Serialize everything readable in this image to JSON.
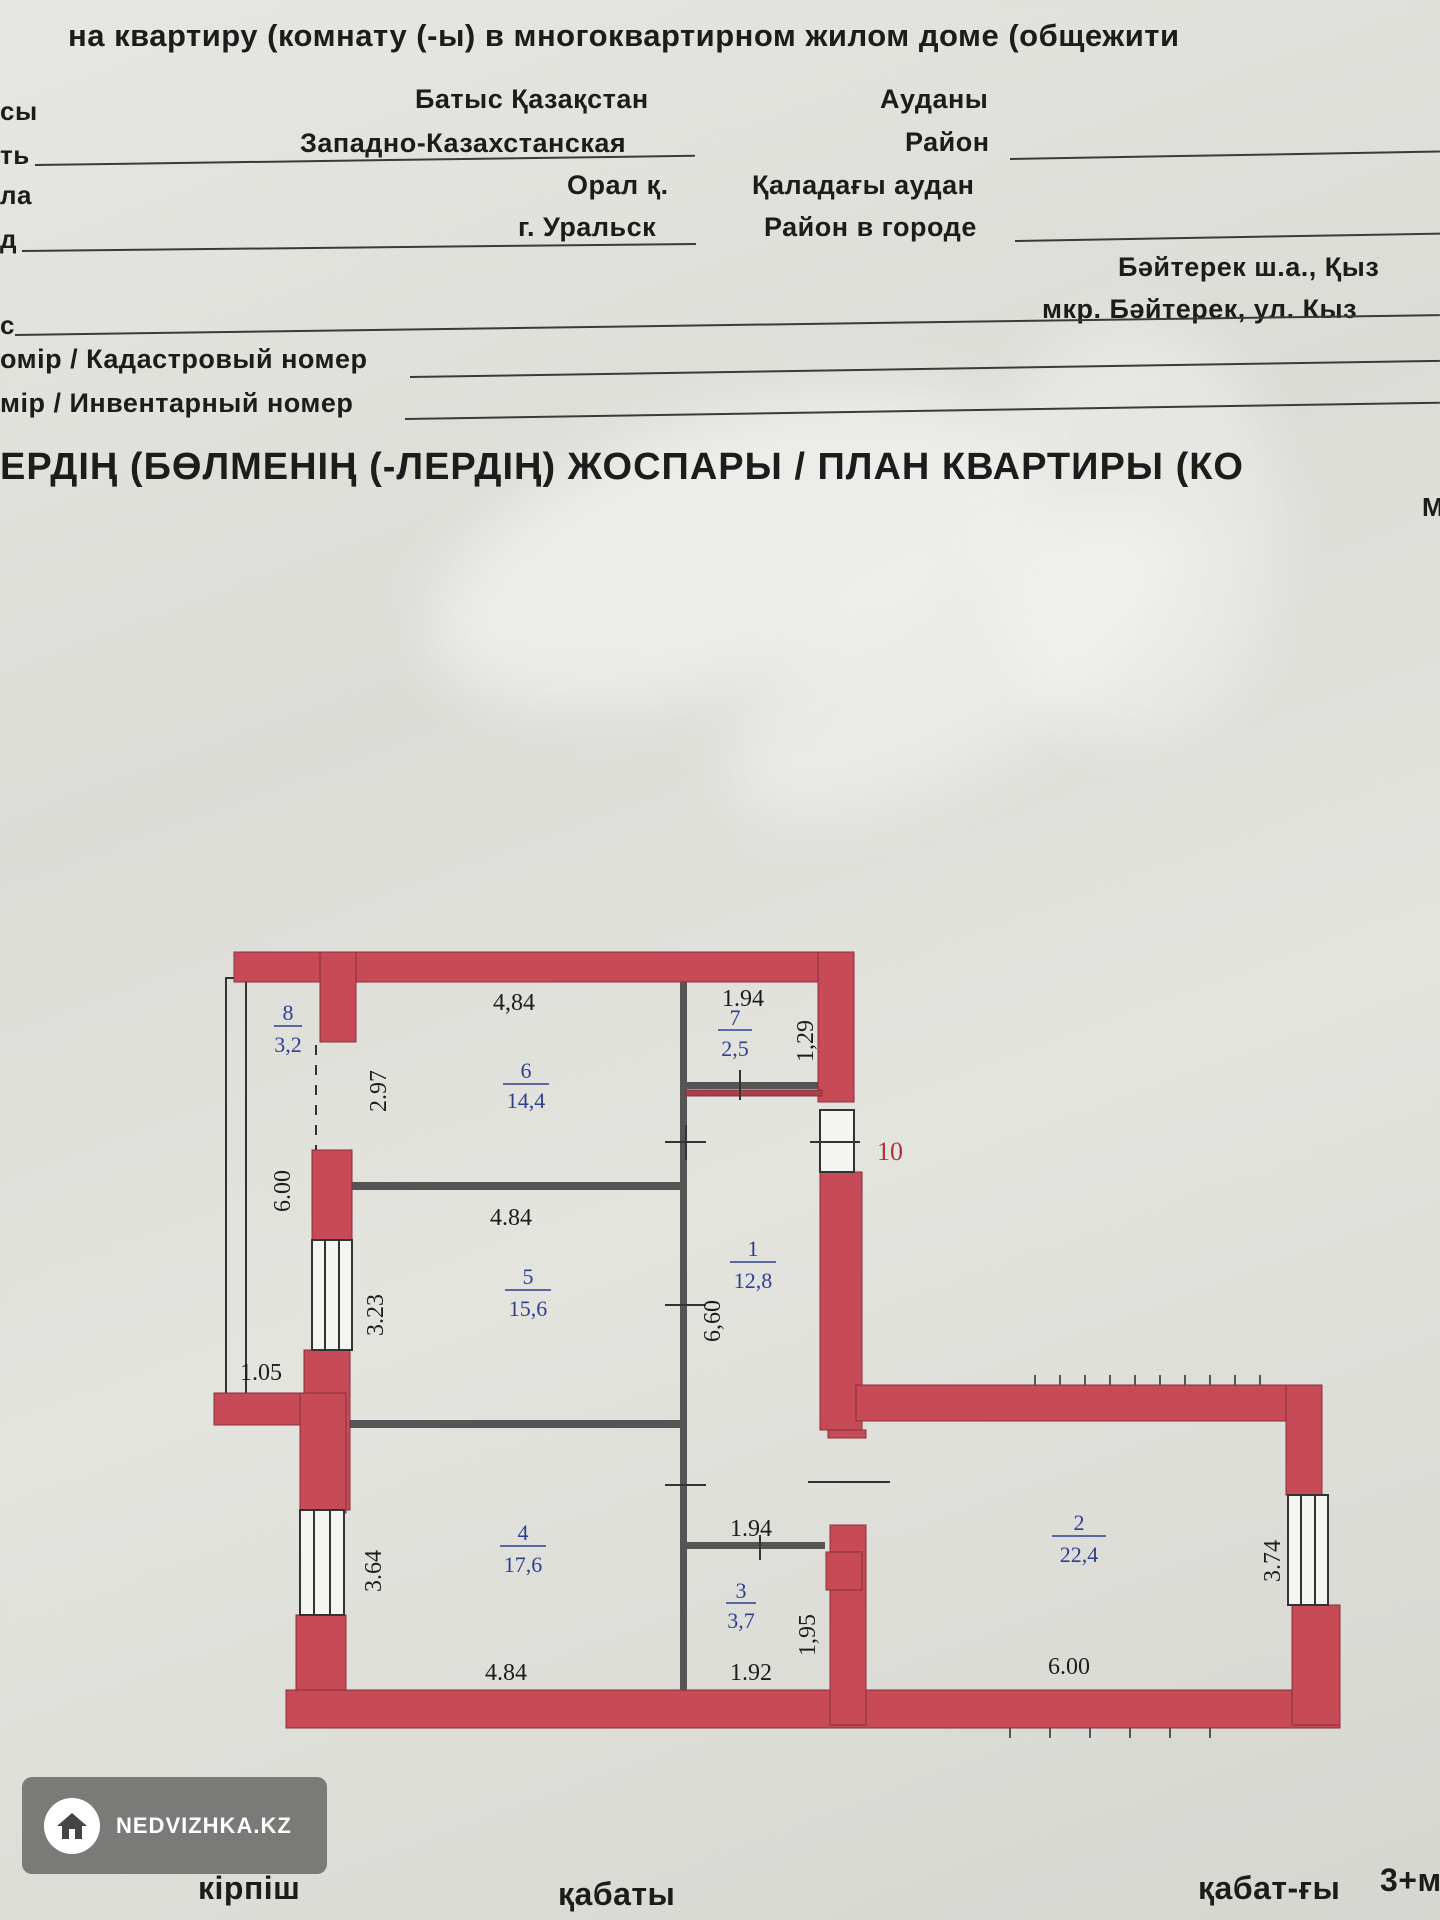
{
  "header": {
    "title": "на квартиру (комнату (-ы) в многоквартирном жилом доме (общежити",
    "oblast_kz_label": "сы",
    "oblast_kz": "Батыс Қазақстан",
    "oblast_ru_label": "ть",
    "oblast_ru": "Западно-Казахстанская",
    "city_kz_label": "ла",
    "city_kz": "Орал қ.",
    "city_ru_label": "д",
    "city_ru": "г. Уральск",
    "district_kz": "Ауданы",
    "district_ru": "Район",
    "city_district_kz": "Қаладағы аудан",
    "city_district_ru": "Район в городе",
    "address_kz": "Бәйтерек ш.а., Қыз",
    "address_ru": "мкр. Бәйтерек, ул. Кыз",
    "address_label": "с",
    "cadastral": "омір / Кадастровый номер",
    "inventory": "мір / Инвентарный номер",
    "plan_title": "ЕРДІҢ (БӨЛМЕНІҢ (-ЛЕРДІҢ) ЖОСПАРЫ / ПЛАН КВАРТИРЫ (КО",
    "plan_title_right": "М"
  },
  "rooms": [
    {
      "number": "1",
      "area": "12,8"
    },
    {
      "number": "2",
      "area": "22,4"
    },
    {
      "number": "3",
      "area": "3,7"
    },
    {
      "number": "4",
      "area": "17,6"
    },
    {
      "number": "5",
      "area": "15,6"
    },
    {
      "number": "6",
      "area": "14,4"
    },
    {
      "number": "7",
      "area": "2,5"
    },
    {
      "number": "8",
      "area": "3,2"
    }
  ],
  "dimensions": {
    "room6_width": "4,84",
    "room6_height": "2.97",
    "room7_width": "1.94",
    "room7_height": "1,29",
    "room5_width": "4.84",
    "room5_height": "3.23",
    "corridor_length": "6,60",
    "room4_height": "3.64",
    "room4_width": "4.84",
    "room3_top": "1.94",
    "room3_height": "1,95",
    "room3_bottom": "1.92",
    "room2_width": "6.00",
    "room2_height": "3.74",
    "balcony_length": "6.00",
    "balcony_depth": "1.05",
    "marker": "10"
  },
  "footer": {
    "material": "кірпіш",
    "floor": "қабаты",
    "floors_total": "қабат-ғы",
    "floors_value": "3+м"
  },
  "watermark": {
    "text": "NEDVIZHKA.KZ",
    "icon": "house-icon"
  },
  "colors": {
    "wall": "#c74a57",
    "room_label": "#2f3f8f",
    "marker": "#b0303a"
  }
}
